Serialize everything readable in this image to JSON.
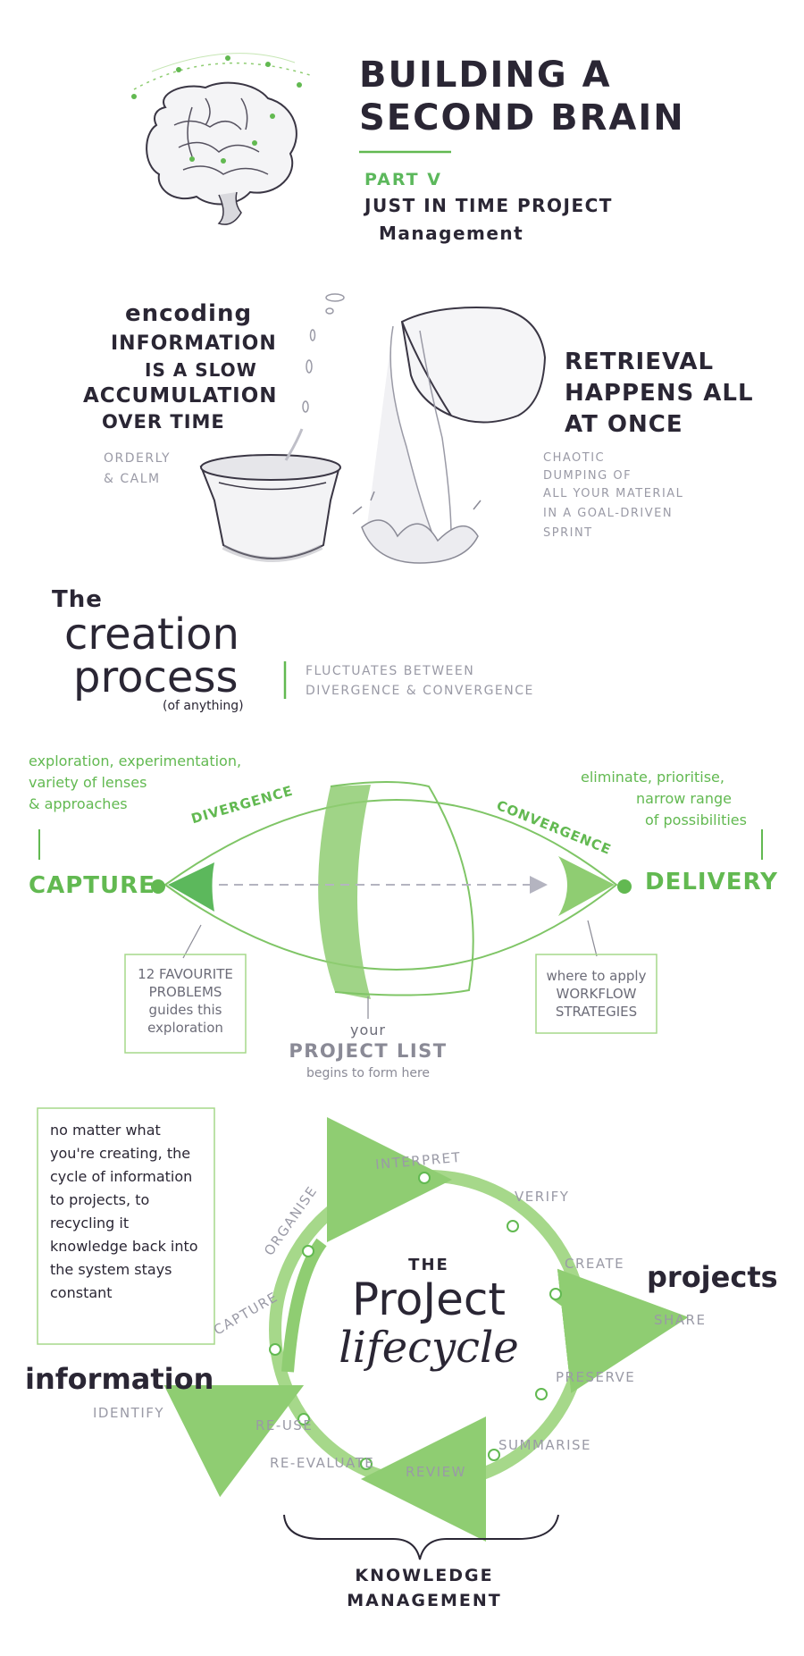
{
  "header": {
    "title_line1": "BUILDING A",
    "title_line2": "SECOND BRAIN",
    "part": "PART V",
    "subtitle_line1": "JUST IN TIME PROJECT",
    "subtitle_line2": "Management"
  },
  "encoding": {
    "line1": "encoding",
    "line2": "INFORMATION",
    "line3": "IS A SLOW",
    "line4": "ACCUMULATION",
    "line5": "OVER TIME",
    "note1": "ORDERLY",
    "note2": "& CALM"
  },
  "retrieval": {
    "line1": "RETRIEVAL",
    "line2": "HAPPENS ALL",
    "line3": "AT ONCE",
    "note1": "CHAOTIC",
    "note2": "DUMPING OF",
    "note3": "ALL YOUR MATERIAL",
    "note4": "IN A GOAL-DRIVEN",
    "note5": "SPRINT"
  },
  "creation": {
    "the": "The",
    "creation": "creation",
    "process": "process",
    "of_anything": "(of anything)",
    "note1": "FLUCTUATES BETWEEN",
    "note2": "DIVERGENCE & CONVERGENCE",
    "left_note1": "exploration, experimentation,",
    "left_note2": "variety of lenses",
    "left_note3": "& approaches",
    "right_note1": "eliminate, prioritise,",
    "right_note2": "narrow range",
    "right_note3": "of possibilities",
    "divergence": "DIVERGENCE",
    "convergence": "CONVERGENCE",
    "capture": "CAPTURE",
    "delivery": "DELIVERY",
    "box_left": "12 FAVOURITE PROBLEMS guides this exploration",
    "box_right": "where to apply WORKFLOW STRATEGIES",
    "your": "your",
    "project_list": "PROJECT LIST",
    "begins": "begins to form here"
  },
  "lifecycle": {
    "note": "no matter what you're creating, the cycle of information to projects, to recycling it knowledge back into the system stays constant",
    "the": "THE",
    "project": "ProJect",
    "lifecycle": "lifecycle",
    "information": "information",
    "projects": "projects",
    "identify": "IDENTIFY",
    "capture": "CAPTURE",
    "organise": "ORGANISE",
    "interpret": "INTERPRET",
    "verify": "VERIFY",
    "create": "CREATE",
    "share": "SHARE",
    "preserve": "PRESERVE",
    "summarise": "SUMMARISE",
    "review": "REVIEW",
    "re_evaluate": "RE-EVALUATE",
    "re_use": "RE-USE",
    "km1": "KNOWLEDGE",
    "km2": "MANAGEMENT"
  },
  "colors": {
    "green": "#62b951",
    "light_green": "#a6d88a",
    "ink": "#2a2634",
    "grey": "#9a9aa6"
  },
  "icons": [
    "brain-icon",
    "plant-pot-icon",
    "pouring-pot-icon"
  ]
}
